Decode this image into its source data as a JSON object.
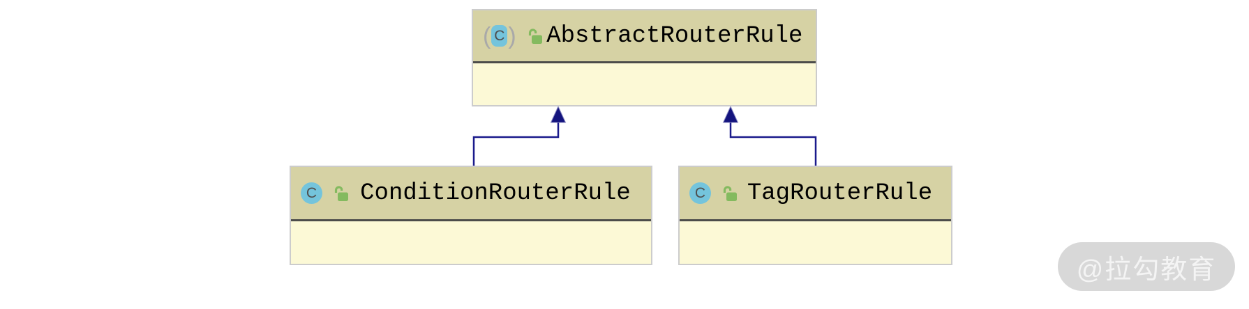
{
  "diagram": {
    "classes": [
      {
        "name": "AbstractRouterRule",
        "kind": "abstract class",
        "icon_letter": "C",
        "paren_left": "(",
        "paren_right": ")",
        "visibility": "public"
      },
      {
        "name": "ConditionRouterRule",
        "kind": "class",
        "icon_letter": "C",
        "visibility": "public"
      },
      {
        "name": "TagRouterRule",
        "kind": "class",
        "icon_letter": "C",
        "visibility": "public"
      }
    ],
    "edges": [
      {
        "from": "ConditionRouterRule",
        "to": "AbstractRouterRule",
        "type": "generalization"
      },
      {
        "from": "TagRouterRule",
        "to": "AbstractRouterRule",
        "type": "generalization"
      }
    ],
    "colors": {
      "node_header_bg": "#d6d2a4",
      "node_body_bg": "#fcf9d6",
      "node_border": "#cccccc",
      "header_separator": "#4c4c4a",
      "edge_line": "#1a1a8c",
      "arrowhead_fill": "#14147e",
      "class_icon_bg": "#74c4dc",
      "class_icon_letter": "#4e4e4e",
      "lock_icon_green": "#84ba5f",
      "watermark_bg": "#d8d8d8",
      "watermark_text": "#f4f4f4"
    }
  },
  "watermark": {
    "text": "@拉勾教育"
  }
}
